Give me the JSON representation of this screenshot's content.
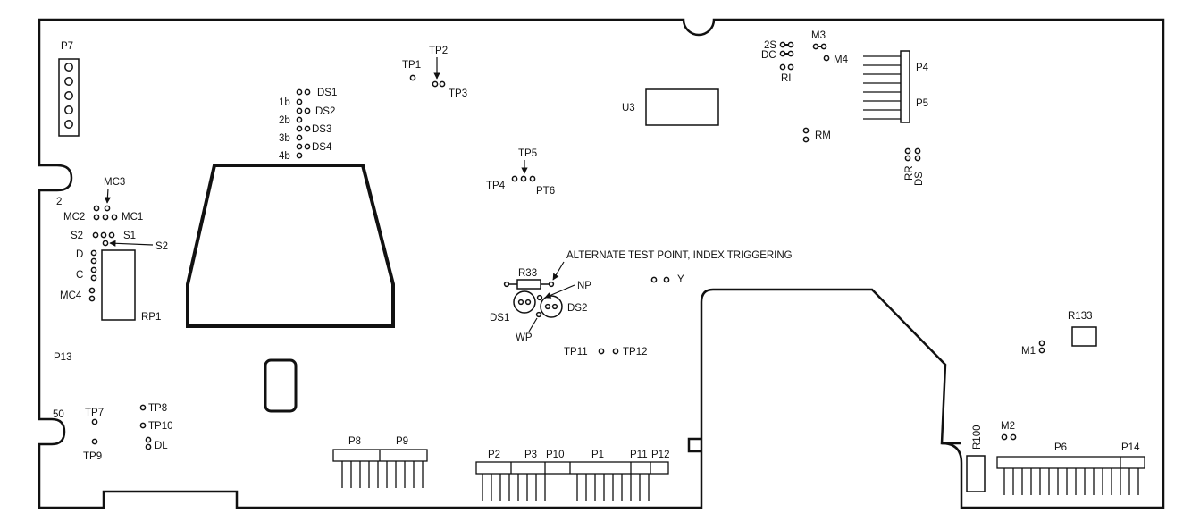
{
  "board": {
    "connectors": {
      "p7": "P7",
      "p4": "P4",
      "p5": "P5",
      "p13": "P13",
      "p8": "P8",
      "p9": "P9",
      "p2": "P2",
      "p3": "P3",
      "p10": "P10",
      "p1": "P1",
      "p11": "P11",
      "p12": "P12",
      "p6": "P6",
      "p14": "P14"
    },
    "pin_numbers": {
      "pin2": "2",
      "pin50": "50"
    },
    "test_points": {
      "tp1": "TP1",
      "tp2": "TP2",
      "tp3": "TP3",
      "tp4": "TP4",
      "tp5": "TP5",
      "pt6": "PT6",
      "tp7": "TP7",
      "tp8": "TP8",
      "tp9": "TP9",
      "tp10": "TP10",
      "tp11": "TP11",
      "tp12": "TP12"
    },
    "drive_select": {
      "ds1": "DS1",
      "ds2": "DS2",
      "ds3": "DS3",
      "ds4": "DS4",
      "b1": "1b",
      "b2": "2b",
      "b3": "3b",
      "b4": "4b"
    },
    "left_jumpers": {
      "mc1": "MC1",
      "mc2": "MC2",
      "mc3": "MC3",
      "mc4": "MC4",
      "s1": "S1",
      "s2a": "S2",
      "s2b": "S2",
      "d": "D",
      "c": "C",
      "rp1": "RP1",
      "dl": "DL"
    },
    "top_right": {
      "s2": "2S",
      "dc": "DC",
      "ri": "RI",
      "m3": "M3",
      "m4": "M4",
      "rm": "RM",
      "rr": "RR",
      "ds": "DS",
      "u3": "U3"
    },
    "center": {
      "alt_test_point": "ALTERNATE TEST POINT, INDEX TRIGGERING",
      "r33": "R33",
      "np": "NP",
      "ds1": "DS1",
      "ds2": "DS2",
      "wp": "WP",
      "y": "Y"
    },
    "bottom_right": {
      "r133": "R133",
      "m1": "M1",
      "m2": "M2",
      "r100": "R100"
    }
  },
  "colors": {
    "line": "#111111",
    "background": "#ffffff"
  }
}
